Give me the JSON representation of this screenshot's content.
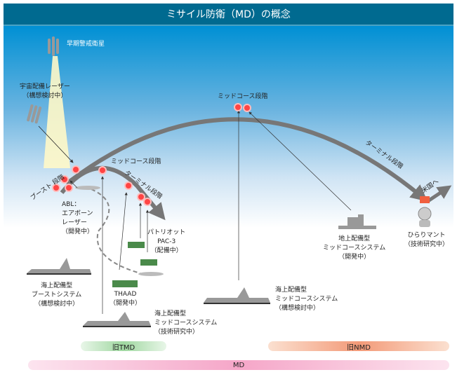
{
  "title": "ミサイル防衛（MD）の概念",
  "labels": {
    "early_warning": "早期警戒衛星",
    "space_laser": "宇宙配備レーザー",
    "space_laser_status": "（構想検討中）",
    "midcourse_top": "ミッドコース段階",
    "midcourse_small": "ミッドコース段階",
    "boost": "ブースト 段階",
    "terminal_small": "ターミナル段階",
    "terminal_large": "ターミナル段階",
    "to_us": "米国へ",
    "abl": "ABL：",
    "abl2": "エアボーン",
    "abl3": "レーザー",
    "abl_status": "（開発中）",
    "patriot": "パトリオット",
    "pac3": "PAC-3",
    "pac3_status": "（配備中）",
    "sea_boost": "海上配備型",
    "sea_boost2": "ブーストシステム",
    "sea_boost_status": "（構想検討中）",
    "thaad": "THAAD",
    "thaad_status": "（開発中）",
    "sea_mid": "海上配備型",
    "sea_mid2": "ミッドコースシステム",
    "sea_mid_status": "（技術研究中）",
    "sea_mid_b": "海上配備型",
    "sea_mid_b2": "ミッドコースシステム",
    "sea_mid_b_status": "（構想検討中）",
    "ground_mid": "地上配備型",
    "ground_mid2": "ミッドコースシステム",
    "ground_mid_status": "（開発中）",
    "hirari": "ひらりマント",
    "hirari_status": "（技術研究中）"
  },
  "bars": {
    "tmd": "旧TMD",
    "nmd": "旧NMD",
    "md": "MD"
  }
}
